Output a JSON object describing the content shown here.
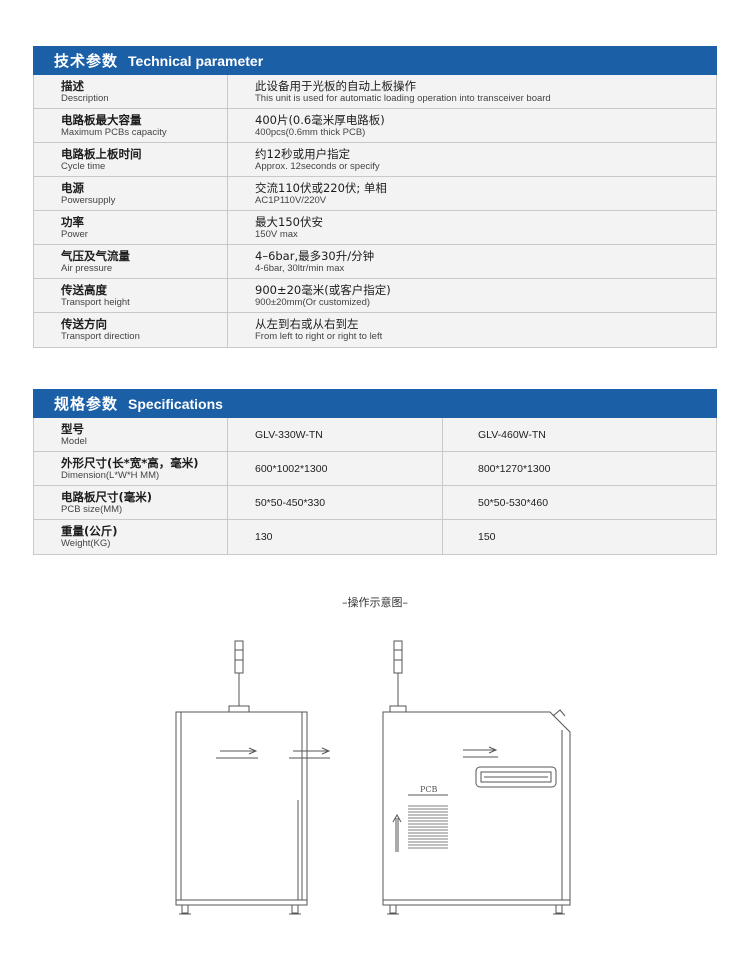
{
  "technical": {
    "title_zh": "技术参数",
    "title_en": "Technical parameter",
    "rows": [
      {
        "label_zh": "描述",
        "label_en": "Description",
        "value_zh": "此设备用于光板的自动上板操作",
        "value_en": "This unit is used for automatic loading operation into transceiver board"
      },
      {
        "label_zh": "电路板最大容量",
        "label_en": "Maximum PCBs capacity",
        "value_zh": "400片(0.6毫米厚电路板)",
        "value_en": "400pcs(0.6mm thick PCB)"
      },
      {
        "label_zh": "电路板上板时间",
        "label_en": "Cycle time",
        "value_zh": "约12秒或用户指定",
        "value_en": "Approx. 12seconds or specify"
      },
      {
        "label_zh": "电源",
        "label_en": "Powersupply",
        "value_zh": "交流110伏或220伏; 单相",
        "value_en": "AC1P110V/220V"
      },
      {
        "label_zh": "功率",
        "label_en": "Power",
        "value_zh": "最大150伏安",
        "value_en": "150V max"
      },
      {
        "label_zh": "气压及气流量",
        "label_en": "Air pressure",
        "value_zh": "4–6bar,最多30升/分钟",
        "value_en": "4-6bar, 30ltr/min max"
      },
      {
        "label_zh": "传送高度",
        "label_en": "Transport height",
        "value_zh": "900±20毫米(或客户指定)",
        "value_en": "900±20mm(Or customized)"
      },
      {
        "label_zh": "传送方向",
        "label_en": "Transport direction",
        "value_zh": "从左到右或从右到左",
        "value_en": "From left to right or right to left"
      }
    ]
  },
  "specifications": {
    "title_zh": "规格参数",
    "title_en": "Specifications",
    "rows": [
      {
        "label_zh": "型号",
        "label_en": "Model",
        "a": "GLV-330W-TN",
        "b": "GLV-460W-TN"
      },
      {
        "label_zh": "外形尺寸(长*宽*高，毫米)",
        "label_en": "Dimension(L*W*H MM)",
        "a": "600*1002*1300",
        "b": "800*1270*1300"
      },
      {
        "label_zh": "电路板尺寸(毫米)",
        "label_en": "PCB size(MM)",
        "a": "50*50-450*330",
        "b": "50*50-530*460"
      },
      {
        "label_zh": "重量(公斤)",
        "label_en": "Weight(KG)",
        "a": "130",
        "b": "150"
      }
    ]
  },
  "diagram": {
    "caption": "–操作示意图–",
    "pcb_label": "PCB"
  },
  "colors": {
    "header_blue": "#1b5fa7",
    "row_bg": "#f3f3f3",
    "border": "#c9c9c9",
    "line": "#555555"
  }
}
